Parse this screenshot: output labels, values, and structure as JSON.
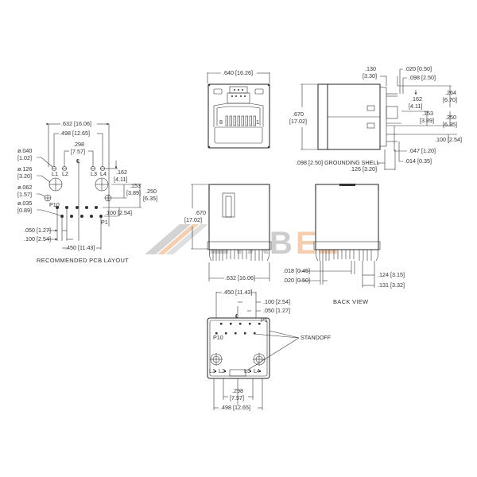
{
  "watermark": {
    "text": "ETABEE",
    "letters_gray": "ETAB",
    "letters_orange": "EE",
    "gray": "#c8c8c8",
    "orange": "#f3c9a8"
  },
  "pcb_layout": {
    "caption": "RECOMMENDED PCB LAYOUT",
    "dims": {
      "d632": ".632 [16.06]",
      "d498": ".498 [12.65]",
      "d298a": ".298",
      "d298b": "[7.57]",
      "d162a": ".162",
      "d162b": "[4.11]",
      "d153a": ".153",
      "d153b": "[3.89]",
      "d250a": ".250",
      "d250b": "[6.35]",
      "d100": ".100 [2.54]",
      "d050": ".050 [1.27]",
      "d100b": ".100 [2.54]",
      "d450": ".450 [11.43]",
      "dia040a": "ø.040",
      "dia040b": "[1.02]",
      "dia126a": "ø.126",
      "dia126b": "[3.20]",
      "dia062a": "ø.062",
      "dia062b": "[1.57]",
      "dia035a": "ø.035",
      "dia035b": "[0.89]"
    },
    "labels": {
      "l1": "L1",
      "l2": "L2",
      "l3": "L3",
      "l4": "L4",
      "p10": "P10",
      "p1": "P1",
      "cl": "℄"
    }
  },
  "front_view": {
    "dims": {
      "width": ".640 [16.26]"
    },
    "labels": {
      "p8": "8",
      "p1": "1"
    }
  },
  "side_view": {
    "dims": {
      "h670a": ".670",
      "h670b": "[17.02]",
      "d130a": ".130",
      "d130b": "[3.30]",
      "d020": ".020 [0.50]",
      "d098": ".098 [2.50]",
      "d264a": ".264",
      "d264b": "[6.70]",
      "d162a": ".162",
      "d162b": "[4.11]",
      "d153a": ".153",
      "d153b": "[3.89]",
      "d250a": ".250",
      "d250b": "[6.35]",
      "d100": ".100 [2.54]",
      "d047": ".047 [1.20]",
      "d014": ".014 [0.35]",
      "grounding": ".098 [2.50] GROUNDING SHELL",
      "d126": ".126 [3.20]"
    }
  },
  "top_view": {
    "dims": {
      "h670a": ".670",
      "h670b": "[17.02]",
      "w632": ".632 [16.06]",
      "d018": ".018 [0.45]",
      "d020": ".020 [0.50]"
    }
  },
  "back_view": {
    "caption": "BACK VIEW",
    "dims": {
      "d124": ".124 [3.15]",
      "d131": ".131 [3.32]"
    }
  },
  "bottom_view": {
    "dims": {
      "d450": ".450 [11.43]",
      "d100": ".100 [2.54]",
      "d050": ".050 [1.27]",
      "d298a": ".298",
      "d298b": "[7.57]",
      "d498": ".498 [12.65]"
    },
    "labels": {
      "standoff": "STANDOFF",
      "p10": "P10",
      "p1": "P1",
      "l1": "L1",
      "l2": "L2",
      "l3": "L3",
      "l4": "L4",
      "cl": "℄"
    }
  }
}
